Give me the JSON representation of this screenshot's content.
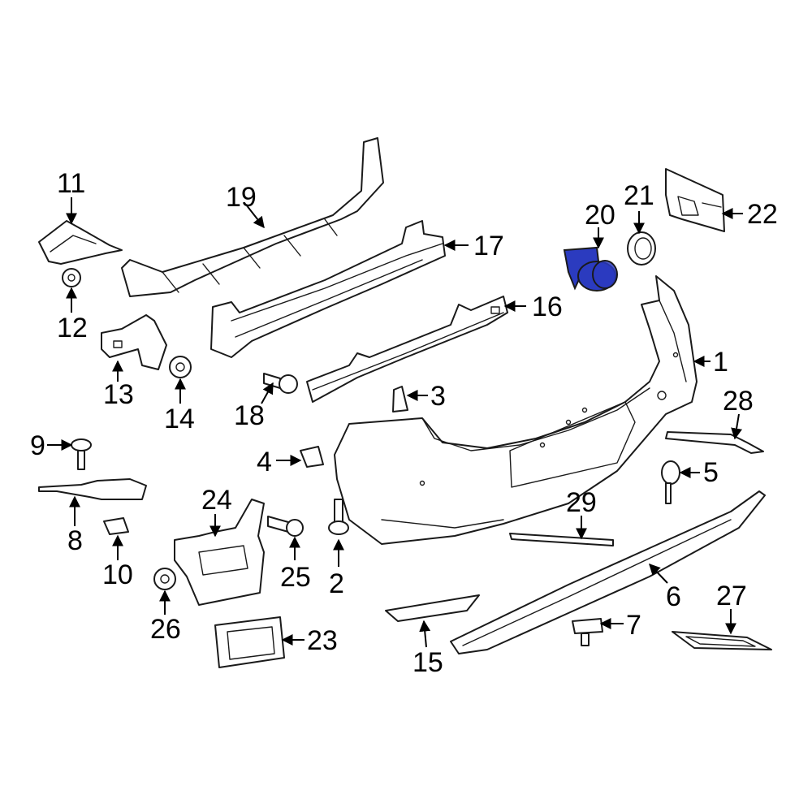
{
  "highlight_color": "#2b3bbf",
  "outline_color": "#1a1a1a",
  "callouts": {
    "c1": "1",
    "c2": "2",
    "c3": "3",
    "c4": "4",
    "c5": "5",
    "c6": "6",
    "c7": "7",
    "c8": "8",
    "c9": "9",
    "c10": "10",
    "c11": "11",
    "c12": "12",
    "c13": "13",
    "c14": "14",
    "c15": "15",
    "c16": "16",
    "c17": "17",
    "c18": "18",
    "c19": "19",
    "c20": "20",
    "c21": "21",
    "c22": "22",
    "c23": "23",
    "c24": "24",
    "c25": "25",
    "c26": "26",
    "c27": "27",
    "c28": "28",
    "c29": "29"
  }
}
